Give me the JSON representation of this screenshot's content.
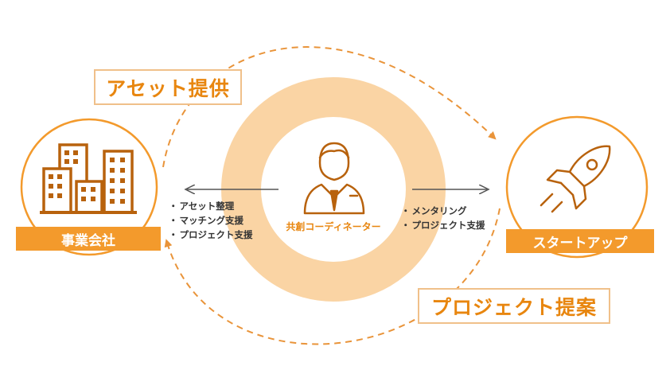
{
  "labels": {
    "asset_provision": "アセット提供",
    "project_proposal": "プロジェクト提案",
    "company": "事業会社",
    "startup": "スタートアップ",
    "coordinator": "共創コーディネーター"
  },
  "left_support": [
    "アセット整理",
    "マッチング支援",
    "プロジェクト支援"
  ],
  "right_support": [
    "メンタリング",
    "プロジェクト支援"
  ],
  "icons": [
    "buildings-icon",
    "coordinator-person-icon",
    "rocket-icon"
  ],
  "colors": {
    "accent": "#f39a2c",
    "ring": "#fad4a4",
    "dashed": "#e9943a",
    "icon": "#b8620d",
    "arrow": "#555555"
  }
}
